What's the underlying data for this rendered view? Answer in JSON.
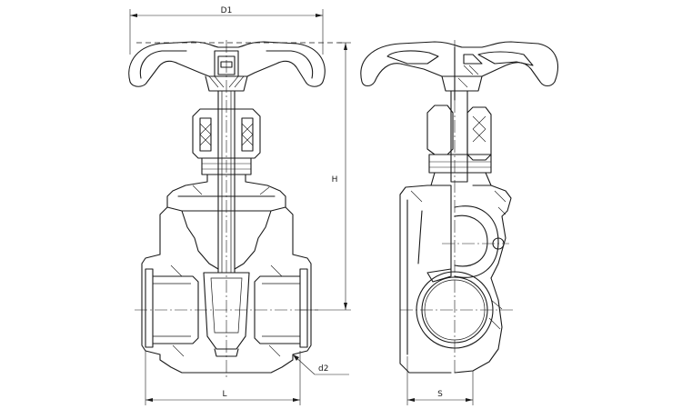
{
  "labels": {
    "d1": "D1",
    "h": "H",
    "l": "L",
    "s": "S",
    "d2": "d2"
  }
}
